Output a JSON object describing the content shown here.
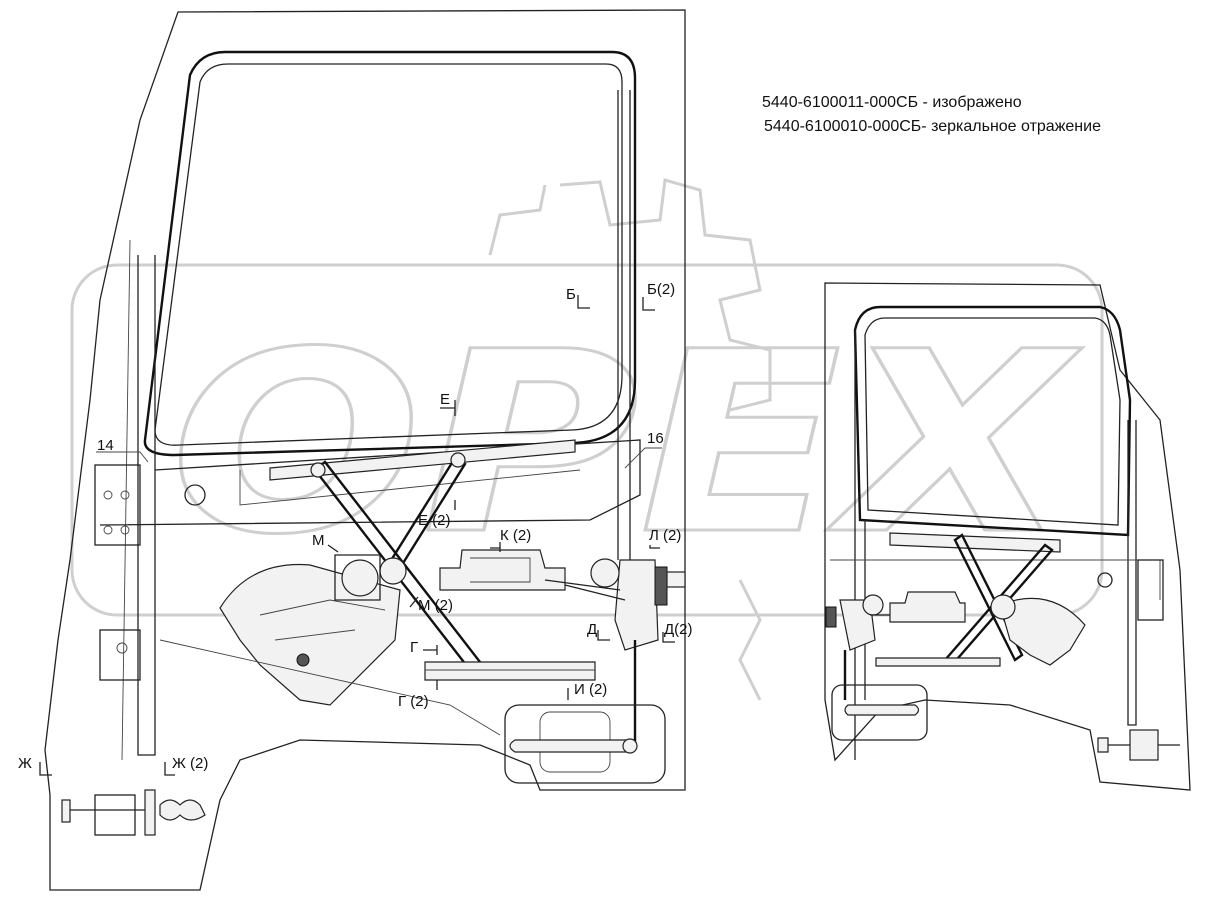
{
  "captions": {
    "line1": "5440-6100011-000СБ - изображено",
    "line2": "5440-6100010-000СБ- зеркальное отражение"
  },
  "watermark": {
    "text": "OPEX",
    "color": "#cfcfcf"
  },
  "labels": {
    "b": "Б",
    "b2": "Б(2)",
    "e": "Е",
    "e2": "Е (2)",
    "k2": "К (2)",
    "l2": "Л (2)",
    "m": "М",
    "m2": "М (2)",
    "d": "Д",
    "d2": "Д(2)",
    "g": "Г",
    "g2": "Г (2)",
    "i2": "И (2)",
    "zh": "Ж",
    "zh2": "Ж (2)",
    "n14": "14",
    "n16": "16"
  }
}
